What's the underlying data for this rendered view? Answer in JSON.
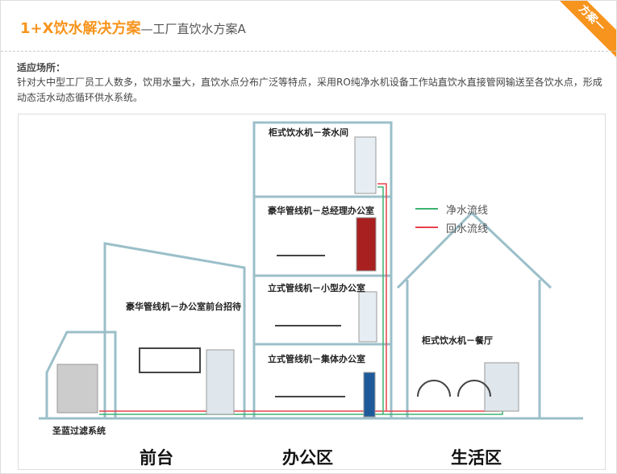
{
  "header": {
    "title_main": "1+X饮水解决方案",
    "title_sub": "—工厂直饮水方案A",
    "ribbon": "方案一"
  },
  "description": {
    "heading": "适应场所：",
    "text": "针对大中型工厂员工人数多，饮用水量大，直饮水点分布广泛等特点，采用RO纯净水机设备工作站直饮水直接管网输送至各饮水点，形成动态活水动态循环供水系统。"
  },
  "diagram": {
    "labels": {
      "tea_room": "柜式饮水机－茶水间",
      "gm_office": "豪华管线机－总经理办公室",
      "small_office": "立式管线机－小型办公室",
      "group_office": "立式管线机－集体办公室",
      "reception": "豪华管线机－办公室前台招待",
      "canteen": "柜式饮水机－餐厅",
      "filter": "圣蓝过滤系统"
    },
    "zones": {
      "front": "前台",
      "office": "办公区",
      "living": "生活区"
    },
    "legend": {
      "pure": "净水流线",
      "return": "回水流线",
      "pure_color": "#3cb371",
      "return_color": "#e8424a"
    }
  }
}
